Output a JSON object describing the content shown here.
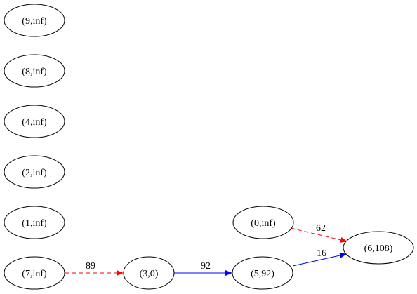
{
  "nodes": [
    {
      "id": "n9",
      "label": "(9,inf)"
    },
    {
      "id": "n8",
      "label": "(8,inf)"
    },
    {
      "id": "n4",
      "label": "(4,inf)"
    },
    {
      "id": "n2",
      "label": "(2,inf)"
    },
    {
      "id": "n1",
      "label": "(1,inf)"
    },
    {
      "id": "n7",
      "label": "(7,inf)"
    },
    {
      "id": "n3",
      "label": "(3,0)"
    },
    {
      "id": "n5",
      "label": "(5,92)"
    },
    {
      "id": "n0",
      "label": "(0,inf)"
    },
    {
      "id": "n6",
      "label": "(6,108)"
    }
  ],
  "edges": [
    {
      "from": "n7",
      "to": "n3",
      "label": "89",
      "color": "#ff0000",
      "style": "dashed"
    },
    {
      "from": "n3",
      "to": "n5",
      "label": "92",
      "color": "#0000ff",
      "style": "solid"
    },
    {
      "from": "n5",
      "to": "n6",
      "label": "16",
      "color": "#0000ff",
      "style": "solid"
    },
    {
      "from": "n0",
      "to": "n6",
      "label": "62",
      "color": "#ff0000",
      "style": "dashed"
    }
  ]
}
